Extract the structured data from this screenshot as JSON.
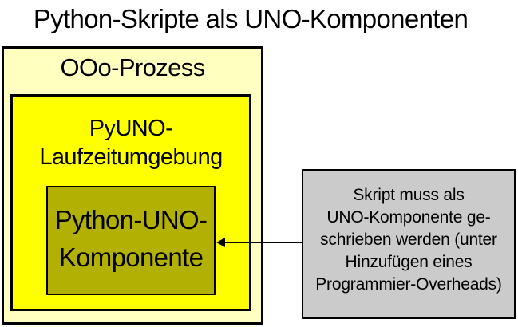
{
  "title": "Python-Skripte als UNO-Komponenten",
  "colors": {
    "page_bg": "#ffffff",
    "outer_box_fill": "#ffffc0",
    "runtime_box_fill": "#ffff00",
    "component_box_fill": "#b3b004",
    "note_box_fill": "#cbcbcb",
    "border": "#000000"
  },
  "diagram": {
    "outer_box": {
      "label": "OOo-Prozess"
    },
    "runtime_box": {
      "label_line1": "PyUNO-",
      "label_line2": "Laufzeitumgebung"
    },
    "component_box": {
      "label_line1": "Python-UNO-",
      "label_line2": "Komponente"
    },
    "note_box": {
      "lines": [
        "Skript muss als",
        "UNO-Komponente ge-",
        "schrieben werden (unter",
        "Hinzufügen eines",
        "Programmier-Overheads)"
      ]
    }
  }
}
